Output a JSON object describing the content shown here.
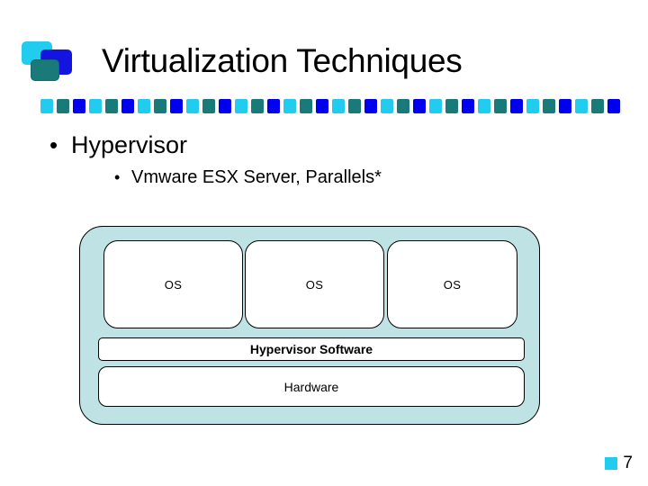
{
  "slide": {
    "title": "Virtualization Techniques",
    "page_number": "7",
    "logo": {
      "shapes": [
        "cyan-rounded-square",
        "blue-rounded-square",
        "teal-rounded-square"
      ],
      "colors": {
        "cyan": "#22CCEE",
        "blue": "#1414E0",
        "teal": "#1A7A7A"
      }
    },
    "divider": {
      "name": "dashed-color-bar",
      "dash_count": 36,
      "palette": [
        "#22CCEE",
        "#1A7A7A",
        "#0000EE"
      ]
    },
    "page_marker_color": "#22CCEE"
  },
  "bullets": [
    {
      "level": 1,
      "marker": "•",
      "text": "Hypervisor"
    },
    {
      "level": 2,
      "marker": "•",
      "text": "Vmware ESX Server, Parallels*"
    }
  ],
  "diagram": {
    "name": "hypervisor-architecture-diagram",
    "container_fill": "#BFE3E4",
    "os_boxes": [
      {
        "label": "OS"
      },
      {
        "label": "OS"
      },
      {
        "label": "OS"
      }
    ],
    "layers": [
      {
        "label": "Hypervisor Software",
        "bold": true
      },
      {
        "label": "Hardware",
        "bold": false
      }
    ]
  }
}
